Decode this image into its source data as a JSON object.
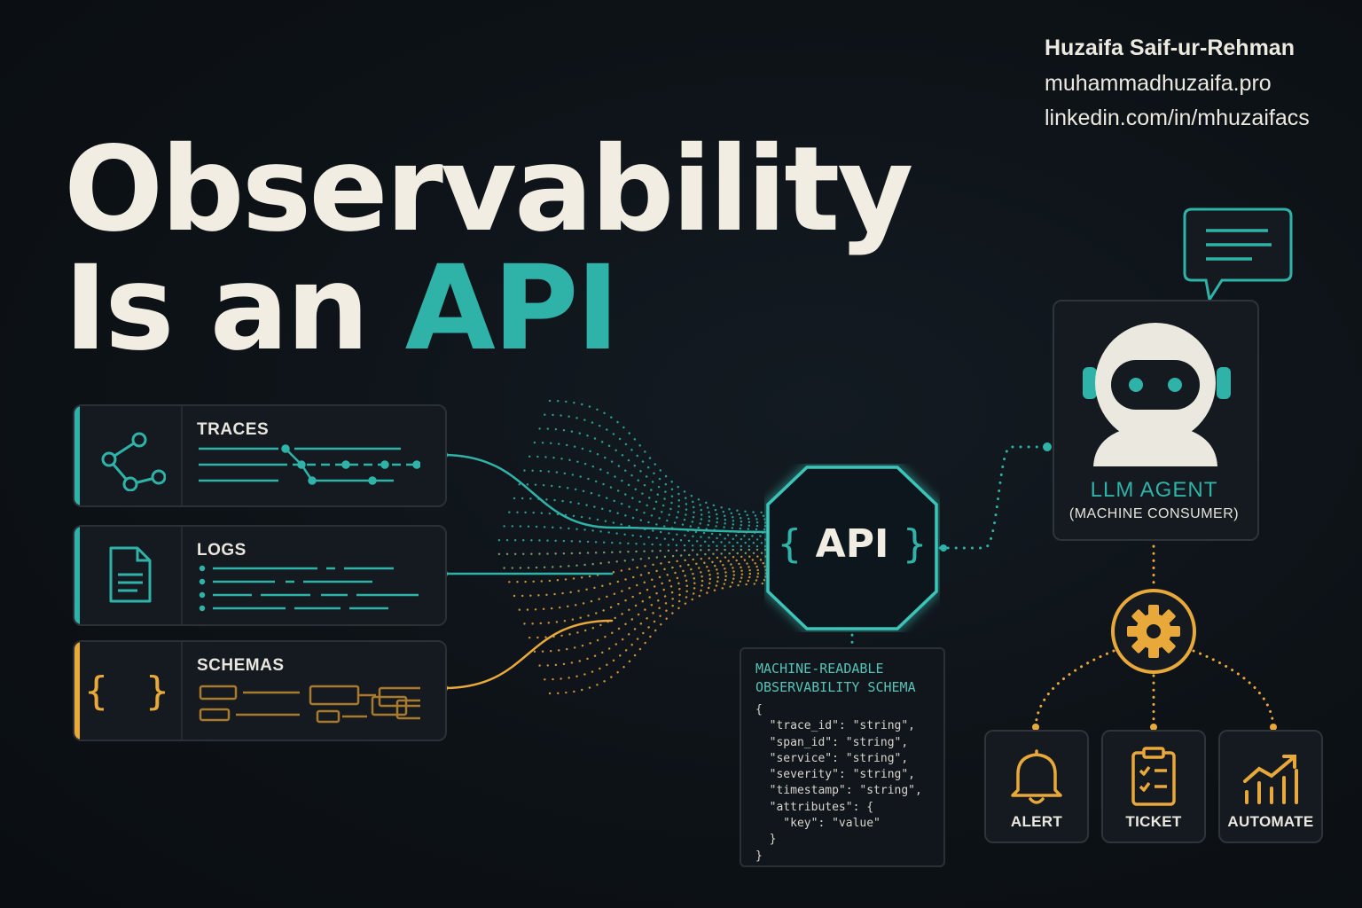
{
  "title": {
    "line1": "Observability",
    "line2_prefix": "Is an ",
    "line2_highlight": "API"
  },
  "author": {
    "name": "Huzaifa Saif-ur-Rehman",
    "website": "muhammadhuzaifa.pro",
    "linkedin": "linkedin.com/in/mhuzaifacs"
  },
  "sources": [
    {
      "label": "TRACES",
      "icon": "trace-graph-icon",
      "accent": "#2fb3a8"
    },
    {
      "label": "LOGS",
      "icon": "document-icon",
      "accent": "#2fb3a8"
    },
    {
      "label": "SCHEMAS",
      "icon": "braces-icon",
      "accent": "#e9a83a",
      "glyph": "{ }"
    }
  ],
  "hub": {
    "label": "API",
    "brace_open": "{",
    "brace_close": "}"
  },
  "schema": {
    "title_line1": "MACHINE-READABLE",
    "title_line2": "OBSERVABILITY SCHEMA",
    "code": "{\n  \"trace_id\": \"string\",\n  \"span_id\": \"string\",\n  \"service\": \"string\",\n  \"severity\": \"string\",\n  \"timestamp\": \"string\",\n  \"attributes\": {\n    \"key\": \"value\"\n  }\n}"
  },
  "agent": {
    "title": "LLM AGENT",
    "subtitle": "(MACHINE CONSUMER)",
    "icon": "robot-icon",
    "bubble_icon": "chat-bubble-icon"
  },
  "actions": [
    {
      "label": "ALERT",
      "icon": "bell-icon"
    },
    {
      "label": "TICKET",
      "icon": "clipboard-icon"
    },
    {
      "label": "AUTOMATE",
      "icon": "chart-growth-icon"
    }
  ],
  "colors": {
    "teal": "#2fb3a8",
    "amber": "#e9a83a",
    "background": "#0d1217",
    "text": "#f1ede3"
  }
}
